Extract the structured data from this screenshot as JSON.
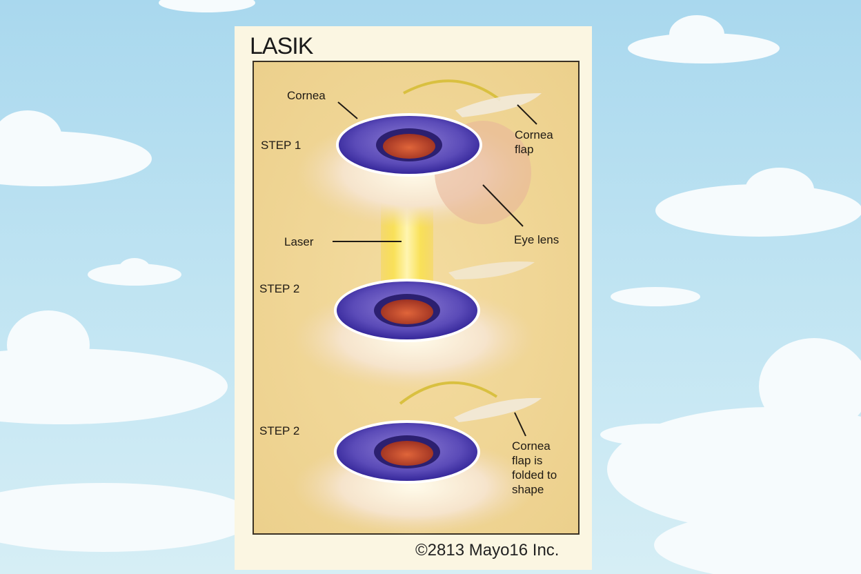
{
  "title": "LASIK",
  "labels": {
    "step1": "STEP 1",
    "step2a": "STEP 2",
    "step2b": "STEP 2",
    "cornea": "Cornea",
    "corneal_flap": [
      "Cornea",
      "flap"
    ],
    "laser": "Laser",
    "eye_lens": "Eye lens",
    "flap_returned": [
      "Cornea",
      "flap is",
      "folded to",
      "shape"
    ]
  },
  "copyright": "©2813 Mayo16 Inc.",
  "colors": {
    "sky": "#b5deef",
    "panel": "#efd595",
    "iris": "#5b4bb8",
    "pupil": "#c7502e",
    "laser": "#f7d83a"
  }
}
